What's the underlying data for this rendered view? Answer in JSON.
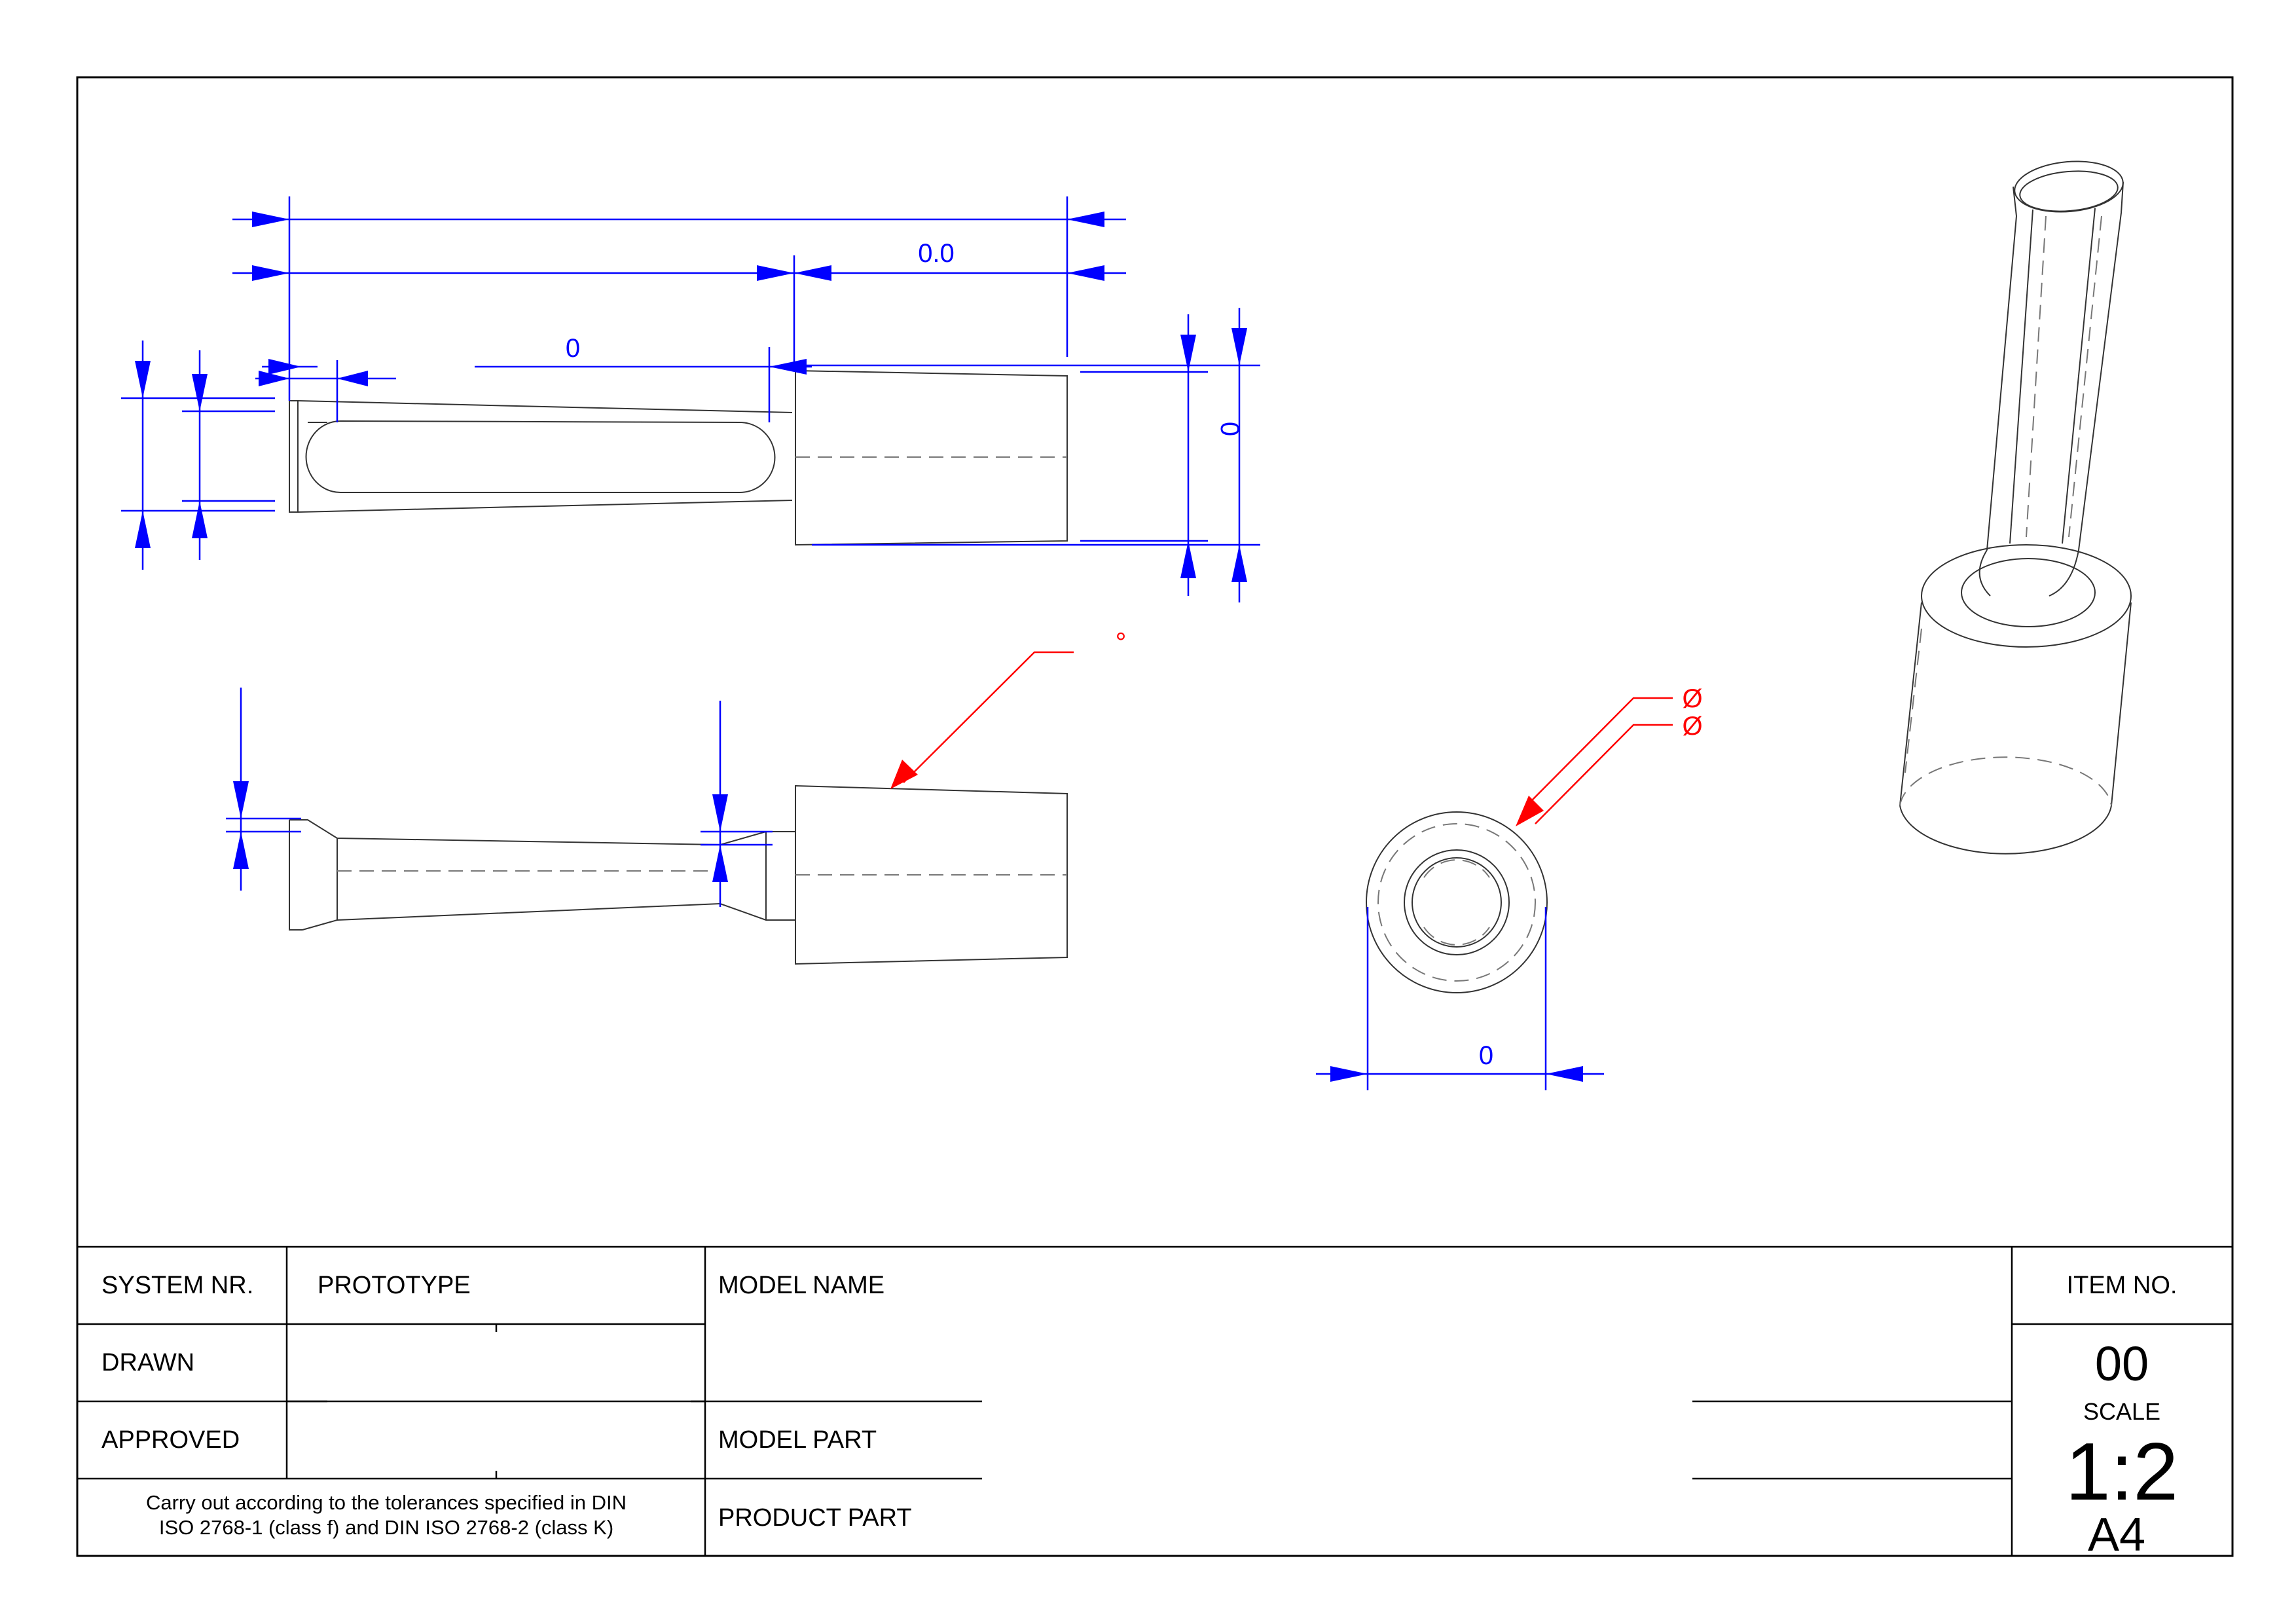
{
  "dimensions": {
    "overall_top": "",
    "right_segment": "0.0",
    "slot_length": "0",
    "head_height": "0",
    "angle": "°",
    "diameter_1": "Ø",
    "diameter_2": "Ø",
    "end_diameter": "0"
  },
  "title_block": {
    "system_nr_label": "SYSTEM NR.",
    "system_nr_value": "PROTOTYPE",
    "model_name_label": "MODEL NAME",
    "item_no_label": "ITEM NO.",
    "drawn_label": "DRAWN",
    "item_no_value": "00",
    "scale_label": "SCALE",
    "approved_label": "APPROVED",
    "model_part_label": "MODEL PART",
    "scale_value": "1:2",
    "tolerance_note_line1": "Carry out according to the tolerances specified in DIN",
    "tolerance_note_line2": "ISO 2768-1 (class f) and DIN ISO 2768-2 (class K)",
    "product_part_label": "PRODUCT PART",
    "sheet_size": "A4"
  }
}
